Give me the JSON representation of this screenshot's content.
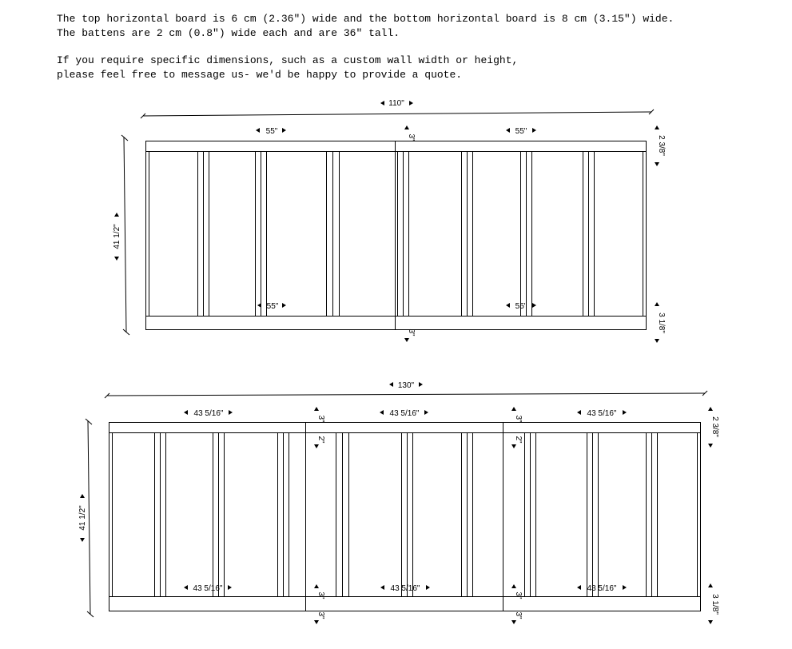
{
  "intro": {
    "line1": "The top horizontal board is 6 cm (2.36\") wide and the bottom horizontal board is 8 cm (3.15\") wide.",
    "line2": "The battens are 2 cm (0.8\") wide each and are 36\" tall.",
    "line3": "If you require specific dimensions, such as a custom wall width or height,",
    "line4": "please feel free to message us- we'd be happy to provide a quote."
  },
  "diagram1": {
    "overall_width": "110\"",
    "section_width": "55\"",
    "height": "41 1/2\"",
    "top_board": "2 3/8\"",
    "bottom_board": "3 1/8\"",
    "joint_top": "3\"",
    "joint_bottom": "3\""
  },
  "diagram2": {
    "overall_width": "130\"",
    "section_width": "43 5/16\"",
    "height": "41 1/2\"",
    "top_board": "2 3/8\"",
    "bottom_board": "3 1/8\"",
    "joint_top": "3\"",
    "joint_mid": "2\"",
    "joint_bottom": "3\""
  }
}
